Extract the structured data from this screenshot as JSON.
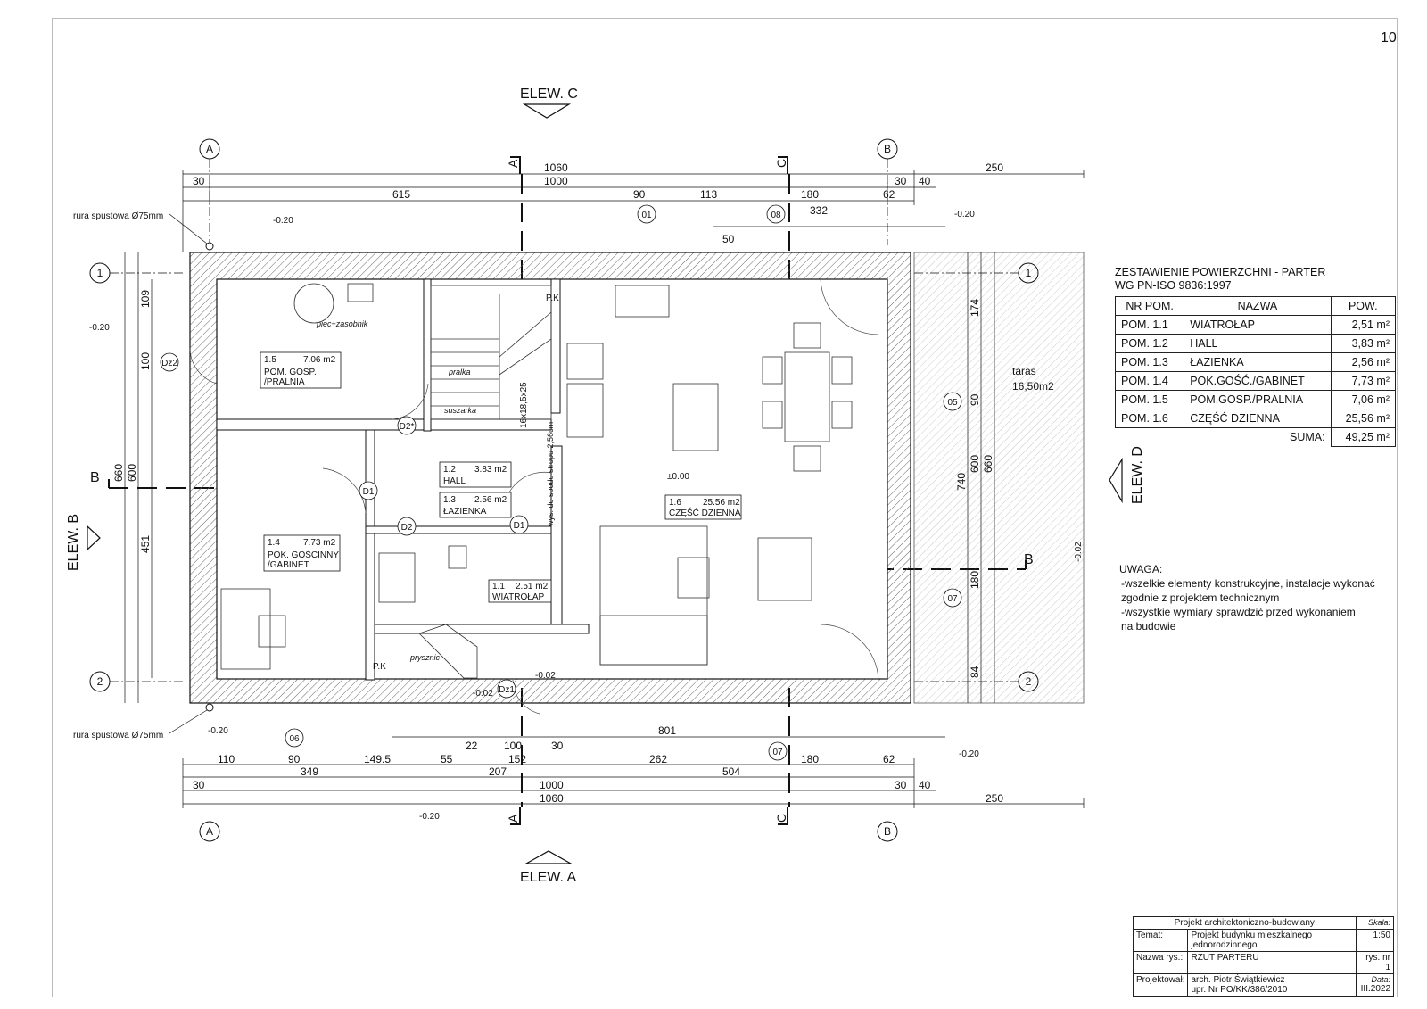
{
  "page_number": "10",
  "elevations": {
    "top": "ELEW. C",
    "bottom": "ELEW. A",
    "left": "ELEW. B",
    "right": "ELEW. D"
  },
  "axes": {
    "a": "A",
    "b": "B",
    "one": "1",
    "two": "2"
  },
  "sections": {
    "a": "A",
    "b": "B",
    "c": "C"
  },
  "dimensions": {
    "top_total": "1060",
    "top_wall": "30",
    "top_inner": "1000",
    "top_wall_right": "30",
    "top_ext": "40",
    "terrace_width": "250",
    "top_615": "615",
    "top_90": "90",
    "top_113": "113",
    "top_180": "180",
    "top_62": "62",
    "top_332": "332",
    "top_50": "50",
    "bot_110": "110",
    "bot_90": "90",
    "bot_149": "149.5",
    "bot_55": "55",
    "bot_152": "152",
    "bot_262": "262",
    "bot_180": "180",
    "bot_62": "62",
    "bot_349": "349",
    "bot_207": "207",
    "bot_504": "504",
    "bot_1000": "1000",
    "bot_1060": "1060",
    "bot_30l": "30",
    "bot_30r": "30",
    "bot_40": "40",
    "bot_250": "250",
    "bot_22": "22",
    "bot_100": "100",
    "bot_30m": "30",
    "bot_801": "801",
    "left_660": "660",
    "left_600": "600",
    "left_451": "451",
    "left_109": "109",
    "left_100": "100",
    "right_740": "740",
    "right_600": "600",
    "right_660": "660",
    "right_174": "174",
    "right_90": "90",
    "right_180": "180",
    "right_84": "84",
    "level_020": "-0.20",
    "level_002": "-0.02",
    "level_000": "±0.00"
  },
  "labels": {
    "downpipe": "rura spustowa Ø75mm",
    "terrace": "taras",
    "terrace_area": "16,50m2",
    "stove": "piec+zasobnik",
    "washer": "pralka",
    "dryer": "suszarka",
    "shower": "prysznic",
    "stairs": "16x18,5x25",
    "pk": "P.K",
    "exit_height": "wys. do spodu stropu 2,56cm",
    "d1": "D1",
    "d2": "D2",
    "d2s": "D2*",
    "dz1": "Dz1",
    "dz2": "Dz2"
  },
  "rooms": [
    {
      "num": "1.5",
      "area": "7.06 m2",
      "name": "POM. GOSP.\n/PRALNIA"
    },
    {
      "num": "1.2",
      "area": "3.83 m2",
      "name": "HALL"
    },
    {
      "num": "1.3",
      "area": "2.56 m2",
      "name": "ŁAZIENKA"
    },
    {
      "num": "1.4",
      "area": "7.73 m2",
      "name": "POK. GOŚCINNY\n/GABINET"
    },
    {
      "num": "1.1",
      "area": "2.51 m2",
      "name": "WIATROŁAP"
    },
    {
      "num": "1.6",
      "area": "25.56 m2",
      "name": "CZĘŚĆ DZIENNA"
    }
  ],
  "windows": {
    "w01": "01",
    "w05": "05",
    "w06": "06",
    "w07a": "07",
    "w07b": "07",
    "w08": "08"
  },
  "area_table": {
    "title": "ZESTAWIENIE POWIERZCHNI - PARTER",
    "subtitle": "WG PN-ISO 9836:1997",
    "headers": [
      "NR POM.",
      "NAZWA",
      "POW."
    ],
    "rows": [
      [
        "POM. 1.1",
        "WIATROŁAP",
        "2,51 m²"
      ],
      [
        "POM. 1.2",
        "HALL",
        "3,83 m²"
      ],
      [
        "POM. 1.3",
        "ŁAZIENKA",
        "2,56 m²"
      ],
      [
        "POM. 1.4",
        "POK.GOŚĆ./GABINET",
        "7,73 m²"
      ],
      [
        "POM. 1.5",
        "POM.GOSP./PRALNIA",
        "7,06 m²"
      ],
      [
        "POM. 1.6",
        "CZĘŚĆ DZIENNA",
        "25,56 m²"
      ]
    ],
    "sum_label": "SUMA:",
    "sum_value": "49,25 m²"
  },
  "notes": {
    "title": "UWAGA:",
    "items": [
      "-wszelkie elementy konstrukcyjne, instalacje wykonać\n zgodnie z projektem technicznym",
      "-wszystkie wymiary sprawdzić przed wykonaniem\n na budowie"
    ]
  },
  "title_block": {
    "project": "Projekt architektoniczno-budowlany",
    "scale_label": "Skala:",
    "topic_label": "Temat:",
    "topic": "Projekt budynku mieszkalnego jednorodzinnego",
    "scale": "1:50",
    "drawing_label": "Nazwa rys.:",
    "drawing": "RZUT PARTERU",
    "drawing_no": "rys. nr 1",
    "designer_label": "Projektował:",
    "designer": "arch. Piotr Świątkiewicz",
    "license": "upr. Nr PO/KK/386/2010",
    "date_label": "Data:",
    "date": "III.2022"
  }
}
